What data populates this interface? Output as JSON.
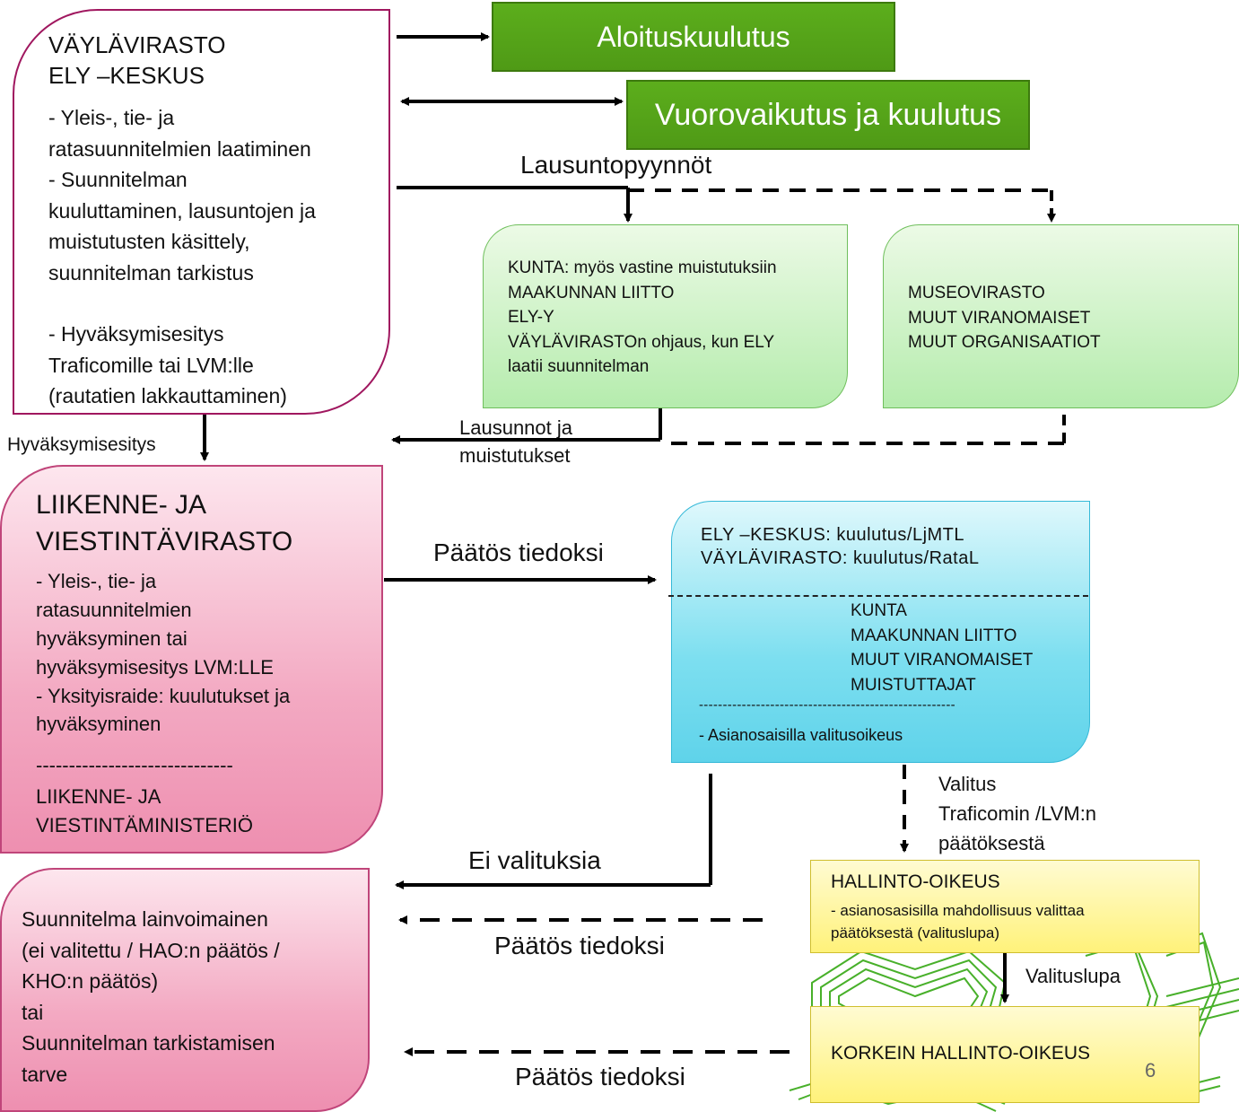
{
  "vaylavirasto_box": {
    "title_lines": [
      "VÄYLÄVIRASTO",
      "ELY –KESKUS"
    ],
    "body_lines": [
      "- Yleis-, tie- ja",
      "ratasuunnitelmien laatiminen",
      "- Suunnitelman",
      "kuuluttaminen, lausuntojen ja",
      "muistutusten käsittely,",
      "suunnitelman tarkistus",
      "",
      "- Hyväksymisesitys",
      "Traficomille tai LVM:lle",
      "(rautatien lakkauttaminen)"
    ]
  },
  "aloituskuulutus_label": "Aloituskuulutus",
  "vuorovaikutus_label": "Vuorovaikutus ja kuulutus",
  "lausuntopyynnot_label": "Lausuntopyynnöt",
  "kunta_box_lines": [
    "KUNTA: myös vastine muistutuksiin",
    "MAAKUNNAN LIITTO",
    "ELY-Y",
    "VÄYLÄVIRASTOn ohjaus, kun ELY",
    "laatii suunnitelman"
  ],
  "museo_box_lines": [
    "MUSEOVIRASTO",
    "MUUT VIRANOMAISET",
    "MUUT ORGANISAATIOT"
  ],
  "lausunnot_label_lines": [
    "Lausunnot ja",
    "muistutukset"
  ],
  "hyvaksymisesitys_label": "Hyväksymisesitys",
  "liikennevirasto_box": {
    "title_lines": [
      "LIIKENNE- JA",
      "VIESTINTÄVIRASTO"
    ],
    "body_lines": [
      "- Yleis-, tie- ja",
      "ratasuunnitelmien",
      "hyväksyminen tai",
      "hyväksymisesitys LVM:LLE",
      "- Yksityisraide: kuulutukset ja",
      "hyväksyminen"
    ],
    "divider": "------------------------------",
    "footer_lines": [
      "LIIKENNE- JA",
      "VIESTINTÄMINISTERIÖ"
    ]
  },
  "paatos_tiedoksi_label": "Päätös tiedoksi",
  "ely_box": {
    "top_lines": [
      "ELY –KESKUS: kuulutus/LjMTL",
      "VÄYLÄVIRASTO: kuulutus/RataL"
    ],
    "middle_lines": [
      "KUNTA",
      "MAAKUNNAN LIITTO",
      "MUUT VIRANOMAISET",
      "MUISTUTTAJAT"
    ],
    "divider": "------------------------------------------------------",
    "bottom_line": "- Asianosaisilla valitusoikeus"
  },
  "valitus_label_lines": [
    "Valitus",
    "Traficomin /LVM:n",
    "päätöksestä"
  ],
  "ei_valituksia_label": "Ei valituksia",
  "paatos_tiedoksi_2_label": "Päätös tiedoksi",
  "paatos_tiedoksi_3_label": "Päätös tiedoksi",
  "lainvoimainen_box_lines": [
    "Suunnitelma lainvoimainen",
    "(ei valitettu / HAO:n päätös /",
    "KHO:n päätös)",
    "tai",
    "Suunnitelman tarkistamisen",
    "tarve"
  ],
  "hallinto_oikeus_box": {
    "title": "HALLINTO-OIKEUS",
    "body_lines": [
      "- asianosasisilla mahdollisuus valittaa",
      "päätöksestä (valituslupa)"
    ]
  },
  "valituslupa_label": "Valituslupa",
  "kho_box_label": "KORKEIN HALLINTO-OIKEUS",
  "page_number": "6",
  "colors": {
    "green_button": "#4f9a16",
    "magenta_border": "#a0175f",
    "pink_fill": "#f3a9c2",
    "cyan_fill": "#7ddff0",
    "yellow_fill": "#fff27a",
    "light_green_fill": "#b5ecad",
    "watermark_green": "#48b02a"
  }
}
